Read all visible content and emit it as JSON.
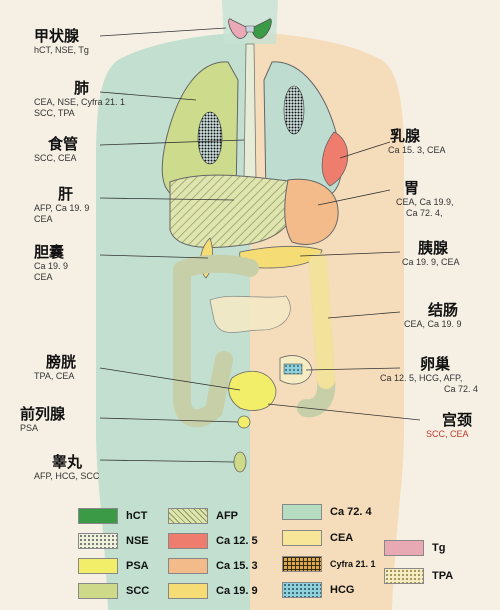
{
  "organs": {
    "thyroid": {
      "name": "甲状腺",
      "markers": "hCT, NSE, Tg"
    },
    "lung": {
      "name": "肺",
      "markers_1": "CEA, NSE, Cyfra 21. 1",
      "markers_2": "SCC, TPA"
    },
    "esophagus": {
      "name": "食管",
      "markers": "SCC, CEA"
    },
    "liver": {
      "name": "肝",
      "markers_1": "AFP, Ca 19. 9",
      "markers_2": "CEA"
    },
    "gallbladder": {
      "name": "胆囊",
      "markers_1": "Ca 19. 9",
      "markers_2": "CEA"
    },
    "bladder": {
      "name": "膀胱",
      "markers": "TPA, CEA"
    },
    "prostate": {
      "name": "前列腺",
      "markers": "PSA"
    },
    "testis": {
      "name": "睾丸",
      "markers": "AFP, HCG, SCC"
    },
    "breast": {
      "name": "乳腺",
      "markers": "Ca 15. 3, CEA"
    },
    "stomach": {
      "name": "胃",
      "markers_1": "CEA, Ca 19.9,",
      "markers_2": "Ca 72. 4,"
    },
    "pancreas": {
      "name": "胰腺",
      "markers": "Ca 19. 9, CEA"
    },
    "colon": {
      "name": "结肠",
      "markers": "CEA, Ca 19. 9"
    },
    "ovary": {
      "name": "卵巢",
      "markers_1": "Ca 12. 5, HCG, AFP,",
      "markers_2": "Ca 72. 4"
    },
    "cervix": {
      "name": "宫颈",
      "markers": "SCC, CEA"
    }
  },
  "legend": [
    {
      "label": "hCT",
      "color": "#3a9a45",
      "pattern": "solid"
    },
    {
      "label": "NSE",
      "color": "#eef2dd",
      "pattern": "dots"
    },
    {
      "label": "PSA",
      "color": "#f3ee6a",
      "pattern": "solid"
    },
    {
      "label": "SCC",
      "color": "#cfd98a",
      "pattern": "solid"
    },
    {
      "label": "AFP",
      "color": "#dfe4b0",
      "pattern": "hatch"
    },
    {
      "label": "Ca 12. 5",
      "color": "#ee7d6e",
      "pattern": "solid"
    },
    {
      "label": "Ca 15. 3",
      "color": "#f3bb8a",
      "pattern": "solid"
    },
    {
      "label": "Ca 19. 9",
      "color": "#f6dc74",
      "pattern": "solid"
    },
    {
      "label": "Ca 72. 4",
      "color": "#b6dcc1",
      "pattern": "solid"
    },
    {
      "label": "CEA",
      "color": "#f7e598",
      "pattern": "solid"
    },
    {
      "label": "Cyfra 21. 1",
      "color": "#d9a94a",
      "pattern": "grid"
    },
    {
      "label": "HCG",
      "color": "#8fd0dc",
      "pattern": "dots"
    },
    {
      "label": "Tg",
      "color": "#e8a9b4",
      "pattern": "solid"
    },
    {
      "label": "TPA",
      "color": "#f6ecc4",
      "pattern": "dots"
    }
  ]
}
